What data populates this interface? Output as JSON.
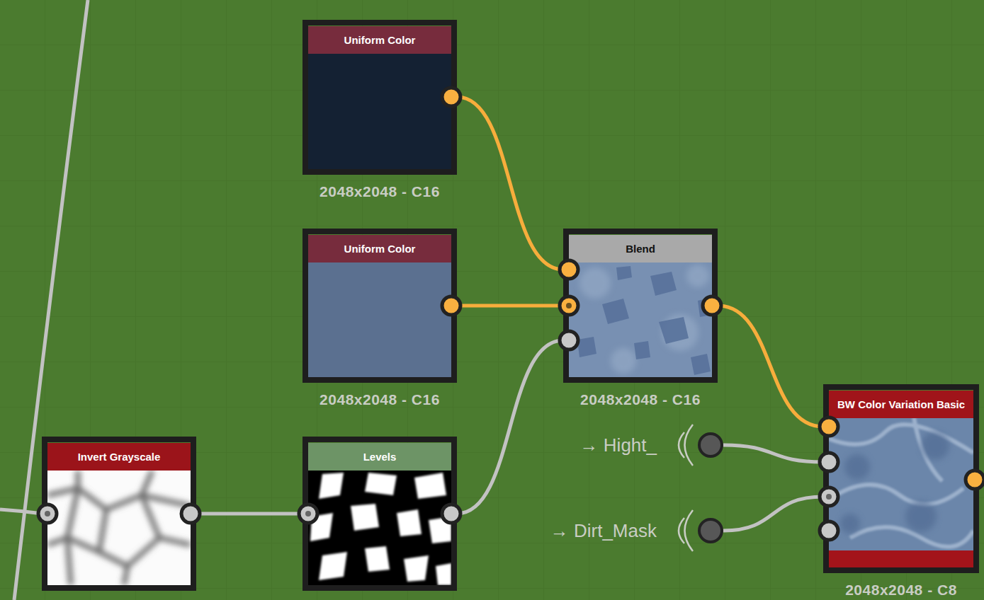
{
  "diagram": {
    "nodes": [
      {
        "text": [
          "Uniform Color",
          "2048x2048 - C16"
        ]
      },
      {
        "text": [
          "Uniform Color",
          "2048x2048 - C16"
        ]
      },
      {
        "text": [
          "Blend",
          "2048x2048 - C16"
        ]
      },
      {
        "text": [
          "Invert Grayscale"
        ]
      },
      {
        "text": [
          "Levels"
        ]
      },
      {
        "text": [
          "→ Hight_"
        ]
      },
      {
        "text": [
          "→ Dirt_Mask"
        ]
      },
      {
        "text": [
          "BW Color Variation Basic",
          "2048x2048 - C8"
        ]
      }
    ],
    "edges": [
      {
        "from": 0,
        "to": 2,
        "arrow": "none"
      },
      {
        "from": 1,
        "to": 2,
        "arrow": "none"
      },
      {
        "from": 4,
        "to": 2,
        "arrow": "none"
      },
      {
        "from": 3,
        "to": 4,
        "arrow": "none"
      },
      {
        "from": 2,
        "to": 7,
        "arrow": "none"
      },
      {
        "from": 5,
        "to": 7,
        "arrow": "none"
      },
      {
        "from": 6,
        "to": 7,
        "arrow": "none"
      }
    ]
  }
}
